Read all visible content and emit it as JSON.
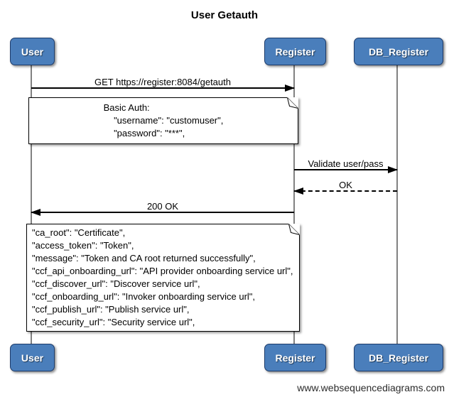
{
  "title": "User Getauth",
  "actors": [
    {
      "name": "User"
    },
    {
      "name": "Register"
    },
    {
      "name": "DB_Register"
    }
  ],
  "messages": [
    {
      "label": "GET https://register:8084/getauth",
      "from": "User",
      "to": "Register",
      "style": "solid"
    },
    {
      "label": "Validate user/pass",
      "from": "Register",
      "to": "DB_Register",
      "style": "solid"
    },
    {
      "label": "OK",
      "from": "DB_Register",
      "to": "Register",
      "style": "dashed"
    },
    {
      "label": "200 OK",
      "from": "Register",
      "to": "User",
      "style": "solid"
    }
  ],
  "notes": [
    {
      "lines": [
        "Basic Auth:",
        "    \"username\": \"customuser\",",
        "    \"password\": \"***\","
      ]
    },
    {
      "lines": [
        "\"ca_root\": \"Certificate\",",
        "\"access_token\": \"Token\",",
        "\"message\": \"Token and CA root returned successfully\",",
        "\"ccf_api_onboarding_url\": \"API provider onboarding service url\",",
        "\"ccf_discover_url\": \"Discover service url\",",
        "\"ccf_onboarding_url\": \"Invoker onboarding service url\",",
        "\"ccf_publish_url\": \"Publish service url\",",
        "\"ccf_security_url\": \"Security service url\","
      ]
    }
  ],
  "watermark": "www.websequencediagrams.com",
  "colors": {
    "actor_fill": "#4A7EBB",
    "actor_border": "#1E3C6B",
    "lifeline": "#818181",
    "arrow": "#000000",
    "note_fill": "#FFFFFF",
    "background": "#FFFFFF"
  }
}
